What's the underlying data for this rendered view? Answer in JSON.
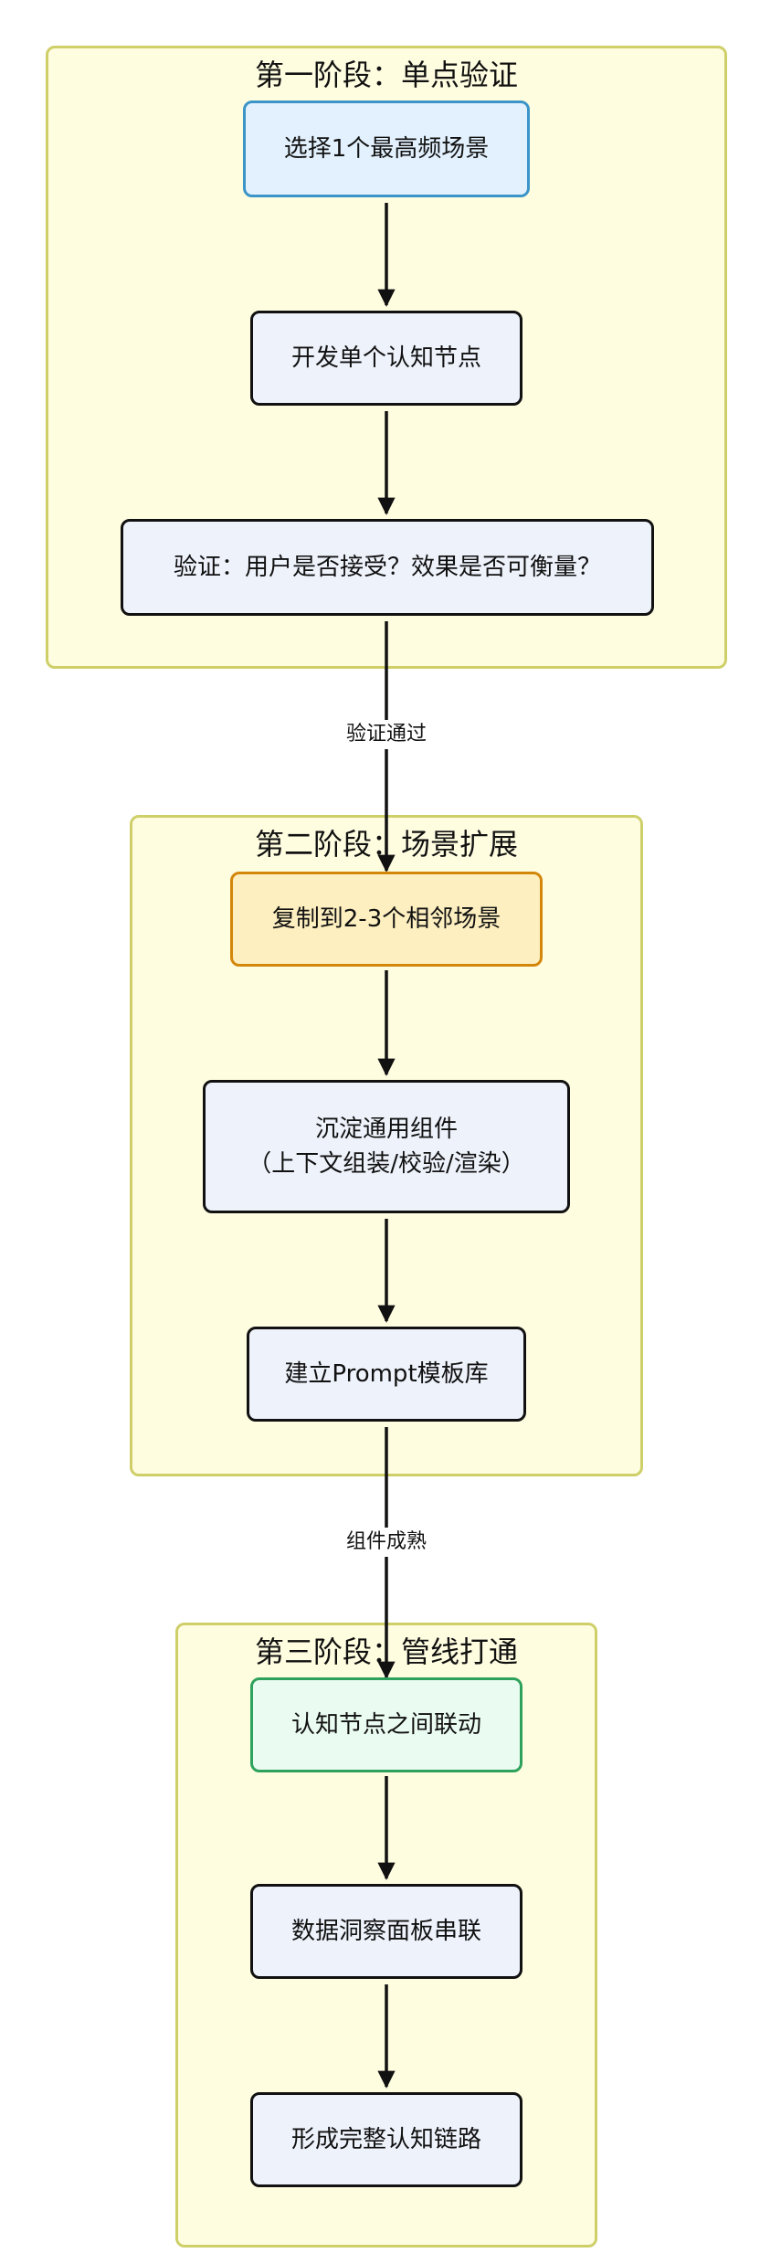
{
  "diagram": {
    "stages": [
      {
        "title": "第一阶段：单点验证",
        "nodes": [
          "选择1个最高频场景",
          "开发单个认知节点",
          "验证：用户是否接受？效果是否可衡量？"
        ]
      },
      {
        "title": "第二阶段：场景扩展",
        "nodes": [
          "复制到2-3个相邻场景",
          "沉淀通用组件\n（上下文组装/校验/渲染）",
          "建立Prompt模板库"
        ]
      },
      {
        "title": "第三阶段：管线打通",
        "nodes": [
          "认知节点之间联动",
          "数据洞察面板串联",
          "形成完整认知链路"
        ]
      }
    ],
    "transitions": [
      "验证通过",
      "组件成熟"
    ],
    "colors": {
      "stage_border": "#cfcf6a",
      "stage_fill": "#fffde0",
      "node_border": "#111111",
      "node_fill": "#eef2fb",
      "start_node_border": "#3b95c8",
      "start_node_fill": "#e2f1fd",
      "phase2_start_border": "#d3870a",
      "phase2_start_fill": "#fdefc0",
      "phase3_start_border": "#2ea25c",
      "phase3_start_fill": "#eafbf1",
      "arrow": "#111111"
    }
  }
}
